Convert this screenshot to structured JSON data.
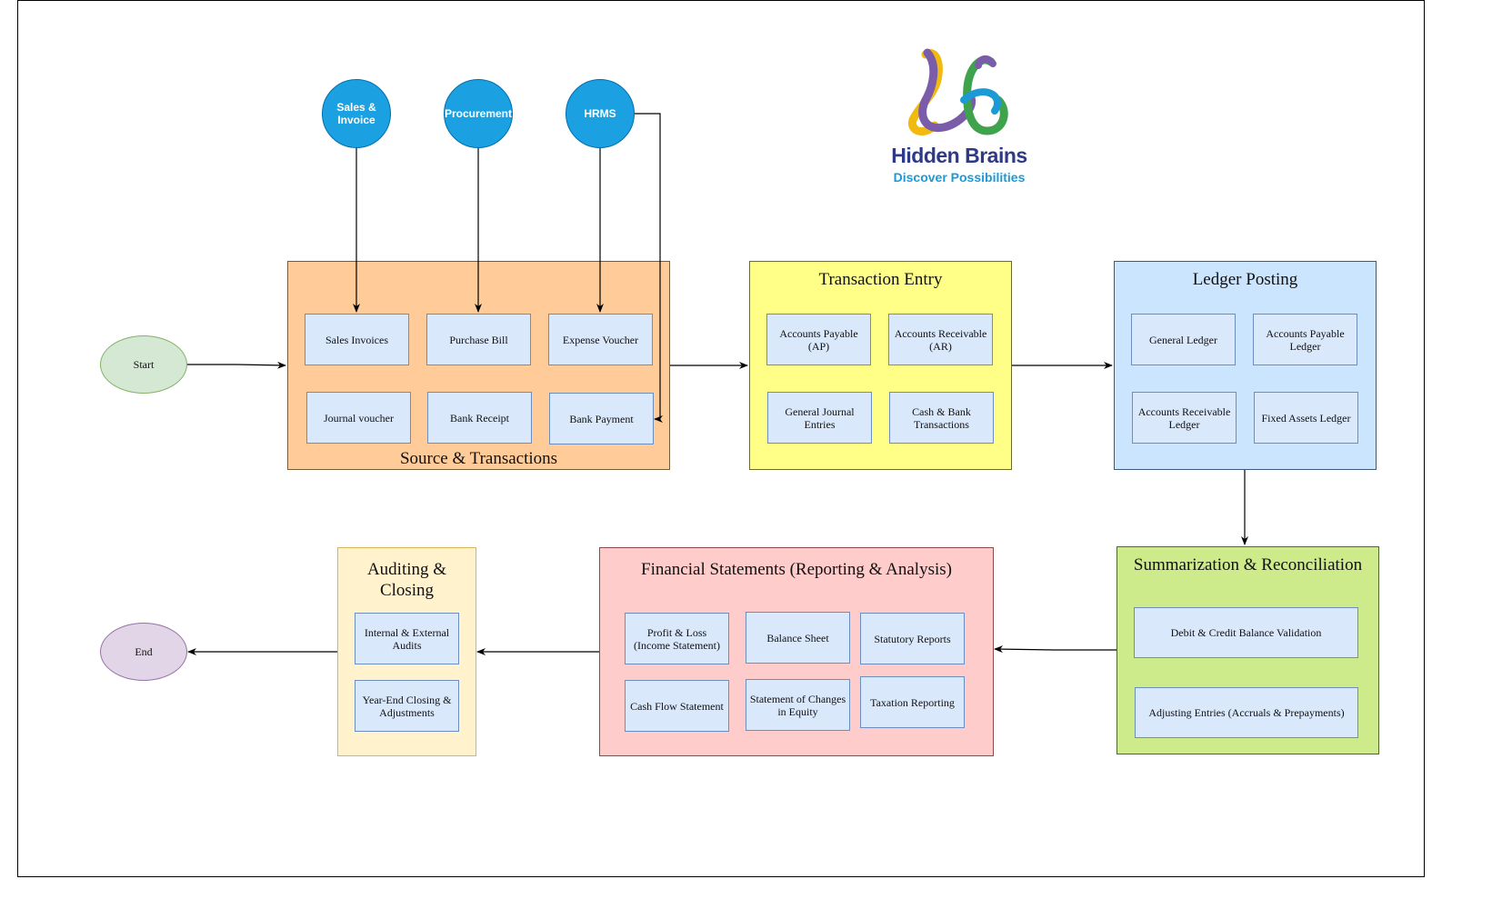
{
  "colors": {
    "source_fill": "#ffcc99",
    "entry_fill": "#ffff88",
    "ledger_fill": "#cce5ff",
    "summary_fill": "#cdeb8b",
    "financial_fill": "#ffcccc",
    "audit_fill": "#fff2cc",
    "item_fill": "#dae8fc",
    "item_border": "#6c8ebf",
    "circle_fill": "#1ba1e2",
    "start_fill": "#d5e8d4",
    "start_border": "#82b366",
    "end_fill": "#e1d5e7",
    "end_border": "#9673a6",
    "brand_navy": "#2e3a87",
    "brand_blue": "#1b9ad6",
    "brand_yellow": "#f2b90f",
    "brand_purple": "#7a5ca8",
    "brand_green": "#3fa34d"
  },
  "logo": {
    "brand": "Hidden Brains",
    "tagline": "Discover Possibilities",
    "icon": "hidden-brains-ribbon-logo"
  },
  "nodes": {
    "start": "Start",
    "end": "End"
  },
  "sources": {
    "sales": "Sales & Invoice",
    "procurement": "Procurement",
    "hrms": "HRMS"
  },
  "groups": {
    "source": {
      "title": "Source & Transactions",
      "items": [
        "Sales Invoices",
        "Purchase Bill",
        "Expense Voucher",
        "Journal voucher",
        "Bank Receipt",
        "Bank Payment"
      ]
    },
    "entry": {
      "title": "Transaction Entry",
      "items": [
        "Accounts Payable (AP)",
        "Accounts Receivable (AR)",
        "General Journal Entries",
        "Cash & Bank Transactions"
      ]
    },
    "ledger": {
      "title": "Ledger Posting",
      "items": [
        "General Ledger",
        "Accounts Payable Ledger",
        "Accounts Receivable Ledger",
        "Fixed Assets Ledger"
      ]
    },
    "summary": {
      "title": "Summarization & Reconciliation",
      "items": [
        "Debit & Credit Balance Validation",
        "Adjusting Entries (Accruals & Prepayments)"
      ]
    },
    "financial": {
      "title": "Financial Statements (Reporting & Analysis)",
      "items": [
        "Profit & Loss (Income Statement)",
        "Balance Sheet",
        "Statutory Reports",
        "Cash Flow Statement",
        "Statement of Changes in Equity",
        "Taxation Reporting"
      ]
    },
    "audit": {
      "title": "Auditing & Closing",
      "items": [
        "Internal & External Audits",
        "Year-End Closing & Adjustments"
      ]
    }
  }
}
